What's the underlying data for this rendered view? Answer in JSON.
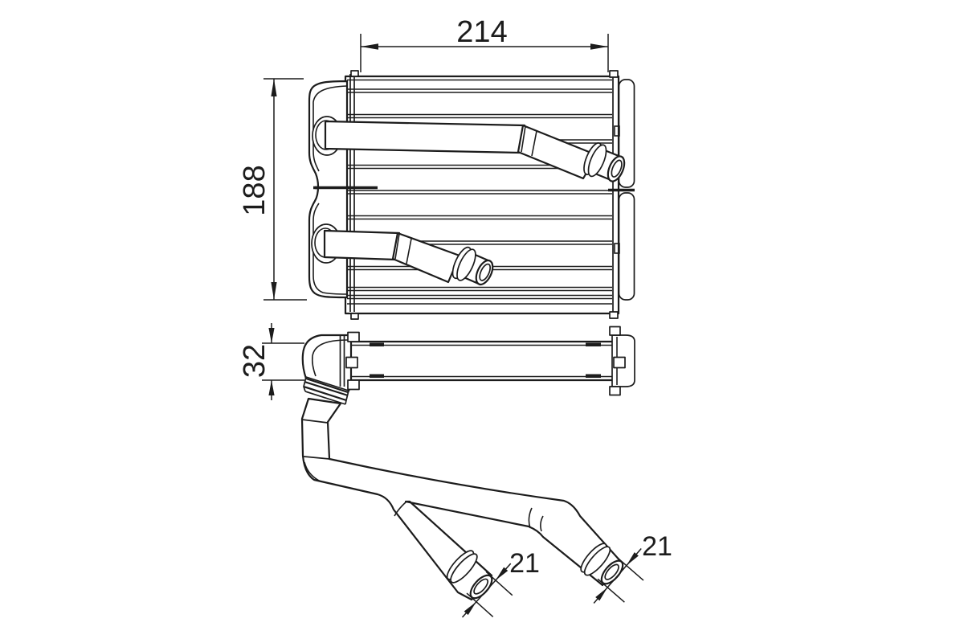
{
  "drawing": {
    "title": "heater core technical drawing",
    "background_color": "#ffffff",
    "line_color": "#1c1c1c",
    "views": {
      "front": "front view of heater core with two outlet pipes",
      "side": "side profile view with descending pipe assembly"
    },
    "dimensions": {
      "core_width": "214",
      "core_height": "188",
      "core_depth": "32",
      "left_pipe_diameter": "21",
      "right_pipe_diameter": "21"
    }
  }
}
